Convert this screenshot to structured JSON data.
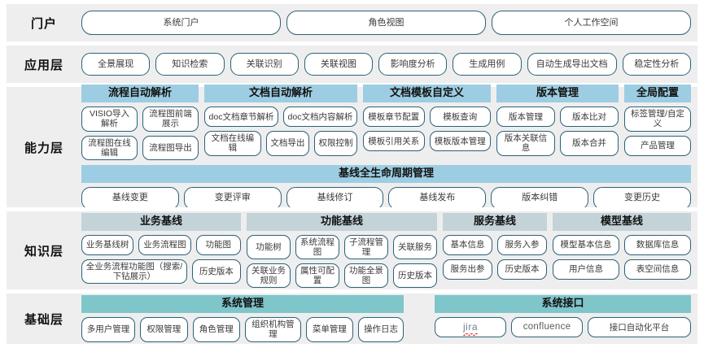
{
  "colors": {
    "band_bg": "#eeeeee",
    "pill_border": "#2d6079",
    "header_blue": "#9dcde2",
    "header_gray": "#c4d3d8",
    "header_teal": "#7fc6cb",
    "page_bg": "#ffffff"
  },
  "layers": [
    {
      "label": "门户",
      "items": [
        "系统门户",
        "角色视图",
        "个人工作空间"
      ]
    },
    {
      "label": "应用层",
      "items": [
        "全景展现",
        "知识检索",
        "关联识别",
        "关联视图",
        "影响度分析",
        "生成用例",
        "自动生成导出文档",
        "稳定性分析"
      ]
    },
    {
      "label": "能力层",
      "groups": [
        {
          "title": "流程自动解析",
          "rows": [
            [
              "VISIO导入解析",
              "流程图前端展示"
            ],
            [
              "流程图在线编辑",
              "流程图导出"
            ]
          ]
        },
        {
          "title": "文档自动解析",
          "rows": [
            [
              "doc文档章节解析",
              "doc文档内容解析"
            ],
            [
              "文档在线编辑",
              "文档导出",
              "权限控制"
            ]
          ]
        },
        {
          "title": "文档模板自定义",
          "rows": [
            [
              "模板章节配置",
              "模板查询"
            ],
            [
              "模板引用关系",
              "模板版本管理"
            ]
          ]
        },
        {
          "title": "版本管理",
          "rows": [
            [
              "版本管理",
              "版本比对"
            ],
            [
              "版本关联信息",
              "版本合并"
            ]
          ]
        },
        {
          "title": "全局配置",
          "rows": [
            [
              "标签管理/自定义"
            ],
            [
              "产品管理"
            ]
          ]
        }
      ],
      "fullblock": {
        "title": "基线全生命周期管理",
        "items": [
          "基线变更",
          "变更评审",
          "基线修订",
          "基线发布",
          "版本纠错",
          "变更历史"
        ]
      }
    },
    {
      "label": "知识层",
      "groups": [
        {
          "title": "业务基线",
          "rows": [
            [
              "业务基线树",
              "业务流程图",
              "功能图"
            ],
            [
              "全业务流程功能图（搜索/下钻展示）",
              "历史版本"
            ]
          ]
        },
        {
          "title": "功能基线",
          "rows": [
            [
              "功能树",
              "系统流程图",
              "子流程管理",
              "关联服务"
            ],
            [
              "关联业务规则",
              "属性可配置",
              "功能全景图",
              "历史版本"
            ]
          ]
        },
        {
          "title": "服务基线",
          "rows": [
            [
              "基本信息",
              "服务入参"
            ],
            [
              "服务出参",
              "历史版本"
            ]
          ]
        },
        {
          "title": "模型基线",
          "rows": [
            [
              "模型基本信息",
              "数据库信息"
            ],
            [
              "用户信息",
              "表空间信息"
            ]
          ]
        }
      ]
    },
    {
      "label": "基础层",
      "groups": [
        {
          "title": "系统管理",
          "rows": [
            [
              "多用户管理",
              "权限管理",
              "角色管理",
              "组织机构管理",
              "菜单管理",
              "操作日志"
            ]
          ]
        },
        {
          "title": "系统接口",
          "rows": [
            [
              "jira",
              "confluence",
              "接口自动化平台"
            ]
          ]
        }
      ]
    }
  ]
}
